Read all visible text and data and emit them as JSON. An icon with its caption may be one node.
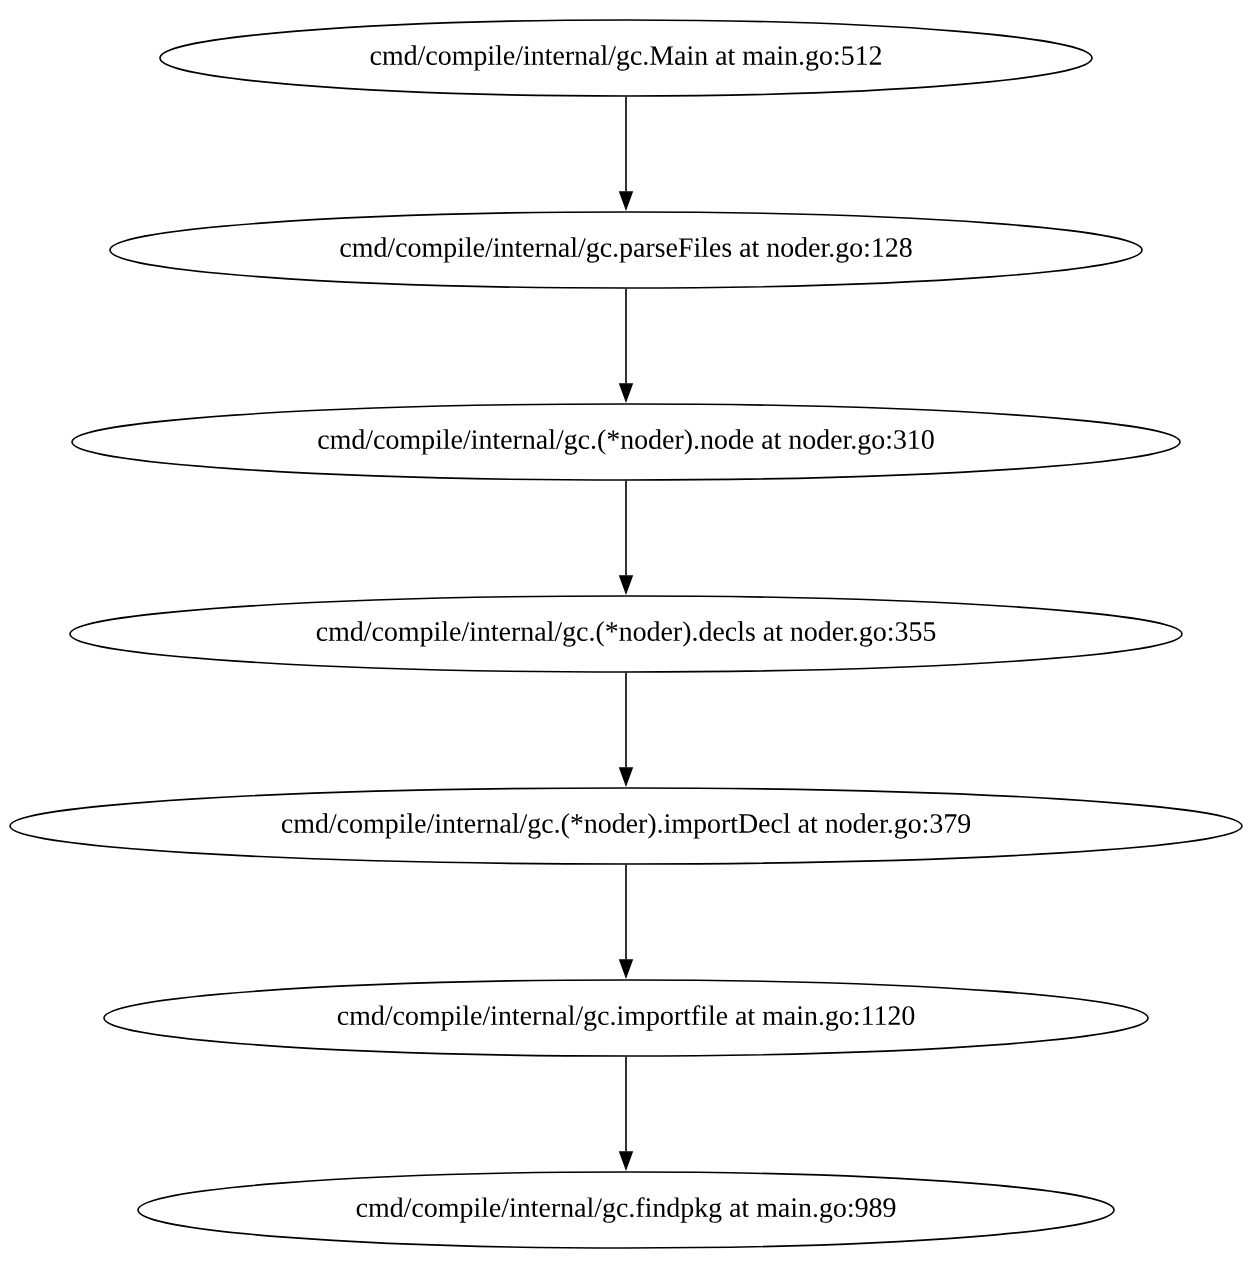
{
  "diagram": {
    "nodes": [
      {
        "text": [
          "cmd/compile/internal/gc.Main at main.go:512"
        ]
      },
      {
        "text": [
          "cmd/compile/internal/gc.parseFiles at noder.go:128"
        ]
      },
      {
        "text": [
          "cmd/compile/internal/gc.(*noder).node at noder.go:310"
        ]
      },
      {
        "text": [
          "cmd/compile/internal/gc.(*noder).decls at noder.go:355"
        ]
      },
      {
        "text": [
          "cmd/compile/internal/gc.(*noder).importDecl at noder.go:379"
        ]
      },
      {
        "text": [
          "cmd/compile/internal/gc.importfile at main.go:1120"
        ]
      },
      {
        "text": [
          "cmd/compile/internal/gc.findpkg at main.go:989"
        ]
      }
    ],
    "edges": [
      {
        "from": 0,
        "to": 1,
        "arrow": "to"
      },
      {
        "from": 1,
        "to": 2,
        "arrow": "to"
      },
      {
        "from": 2,
        "to": 3,
        "arrow": "to"
      },
      {
        "from": 3,
        "to": 4,
        "arrow": "to"
      },
      {
        "from": 4,
        "to": 5,
        "arrow": "to"
      },
      {
        "from": 5,
        "to": 6,
        "arrow": "to"
      }
    ]
  }
}
